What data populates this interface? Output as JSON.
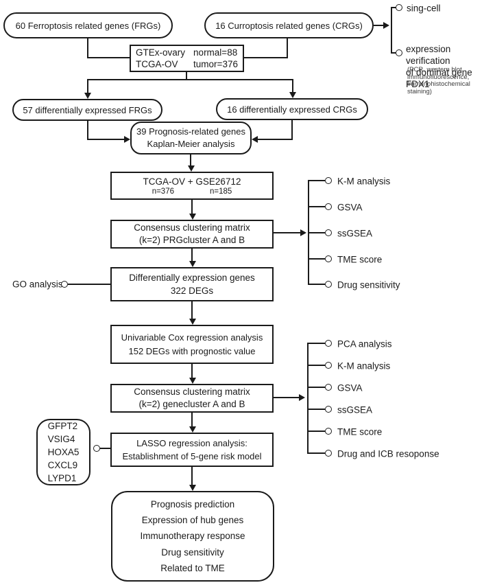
{
  "nodes": {
    "frg": {
      "label": "60 Ferroptosis related genes (FRGs)"
    },
    "crg": {
      "label": "16 Curroptosis related genes (CRGs)"
    },
    "gtex": {
      "row1": [
        "GTEx-ovary",
        "normal=88"
      ],
      "row2": [
        "TCGA-OV",
        "tumor=376"
      ]
    },
    "frg_de": {
      "label": "57 differentially expressed FRGs"
    },
    "crg_de": {
      "label": "16 differentially expressed CRGs"
    },
    "prognosis": {
      "line1": "39 Prognosis-related genes",
      "line2": "Kaplan-Meier analysis"
    },
    "tcga_gse": {
      "line1": "TCGA-OV + GSE26712",
      "n1": "n=376",
      "n2": "n=185"
    },
    "prg_cluster": {
      "line1": "Consensus clustering matrix",
      "line2": "(k=2) PRGcluster A and B"
    },
    "deg": {
      "line1": "Differentially expression genes",
      "line2": "322 DEGs"
    },
    "cox": {
      "line1": "Univariable Cox regression analysis",
      "line2": "152 DEGs with prognostic value"
    },
    "gene_cluster": {
      "line1": "Consensus clustering matrix",
      "line2": "(k=2) genecluster A and B"
    },
    "lasso": {
      "line1": "LASSO regression analysis:",
      "line2": "Establishment of 5-gene risk model"
    },
    "hub_genes": {
      "items": [
        "GFPT2",
        "VSIG4",
        "HOXA5",
        "CXCL9",
        "LYPD1"
      ]
    },
    "outcomes": {
      "items": [
        "Prognosis prediction",
        "Expression of hub genes",
        "Immunotherapy response",
        "Drug sensitivity",
        "Related to TME"
      ]
    },
    "go_label": "GO analysis"
  },
  "top_right_branch": {
    "single_cell": "sing-cell",
    "expression_verification": "expression verification\nof dominat gene FDX1",
    "methods_note": "(PCR, western blot,\nimmunofluorescence,\nImmunohistochemical staining)"
  },
  "prg_cluster_outputs": {
    "items": [
      "K-M analysis",
      "GSVA",
      "ssGSEA",
      "TME score",
      "Drug sensitivity"
    ]
  },
  "gene_cluster_outputs": {
    "items": [
      "PCA analysis",
      "K-M analysis",
      "GSVA",
      "ssGSEA",
      "TME score",
      "Drug and ICB resoponse"
    ]
  },
  "colors": {
    "ink": "#1a1a1a",
    "background": "#ffffff",
    "note_text": "#3c3c3c"
  }
}
